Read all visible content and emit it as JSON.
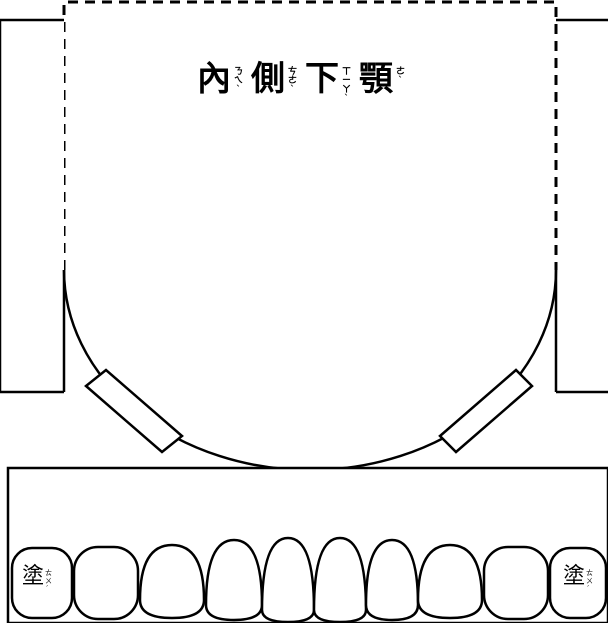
{
  "title": {
    "segments": [
      {
        "char": "內",
        "ruby": [
          "ㄋ",
          "ㄟ",
          "ˋ"
        ]
      },
      {
        "char": "側",
        "ruby": [
          "ㄘ",
          "ㄜ",
          "ˋ"
        ]
      },
      {
        "char": "下",
        "ruby": [
          "ㄒ",
          "ㄧ",
          "ㄚ",
          "ˋ"
        ]
      },
      {
        "char": "顎",
        "ruby": [
          "ㄜ",
          "ˋ"
        ]
      }
    ]
  },
  "labels": {
    "left": {
      "char": "塗",
      "ruby": [
        "ㄊ",
        "ㄨ",
        "ˊ"
      ]
    },
    "right": {
      "char": "塗",
      "ruby": [
        "ㄊ",
        "ㄨ",
        "ˊ"
      ]
    }
  },
  "colors": {
    "stroke": "#000000",
    "fill": "#ffffff"
  }
}
